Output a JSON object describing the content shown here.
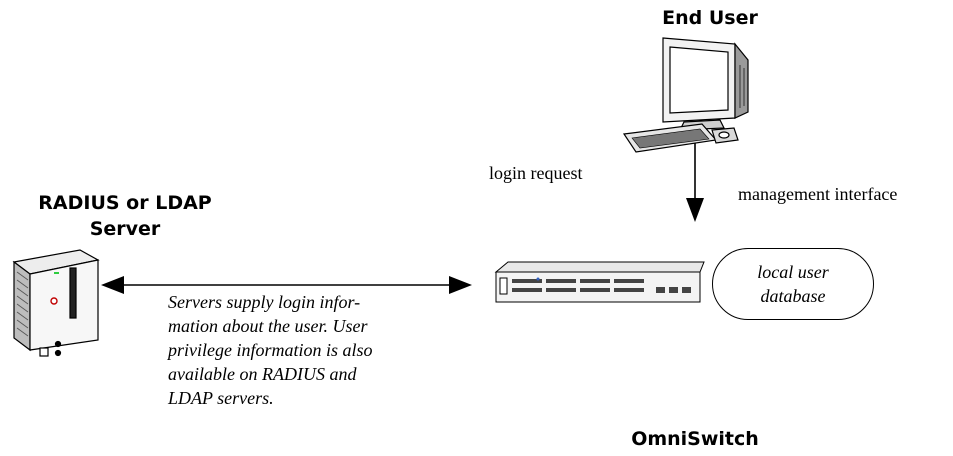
{
  "end_user": {
    "title": "End User"
  },
  "server": {
    "title_line1": "RADIUS or LDAP",
    "title_line2": "Server"
  },
  "switch": {
    "title": "OmniSwitch"
  },
  "arrows": {
    "login_request": "login request",
    "management_interface": "management interface"
  },
  "database": {
    "line1": "local user",
    "line2": "database"
  },
  "note": {
    "lines": [
      "Servers supply login infor-",
      "mation about the user. User",
      "privilege information is also",
      "available on RADIUS and",
      "LDAP servers."
    ]
  }
}
